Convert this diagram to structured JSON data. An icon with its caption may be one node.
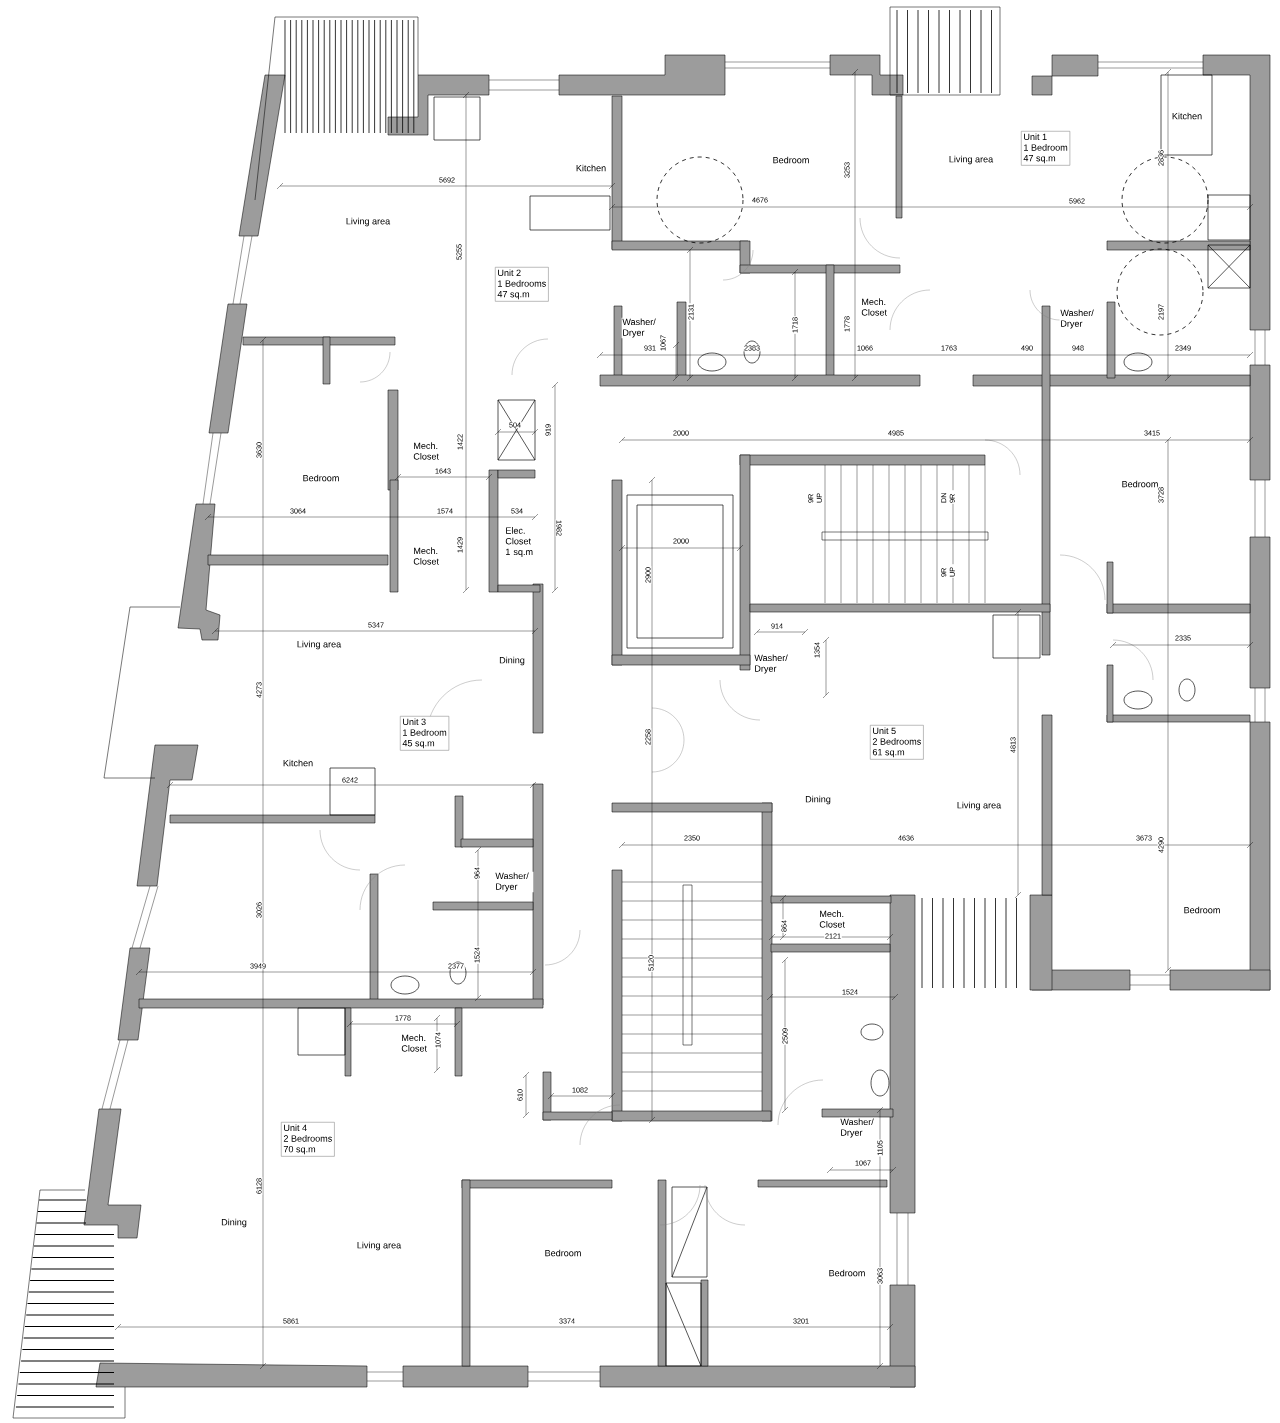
{
  "diagram": {
    "nodes": [
      {
        "text": [
          "Unit 1",
          "1 Bedroom",
          "47 sq.m"
        ]
      },
      {
        "text": [
          "Unit 2",
          "1 Bedrooms",
          "47 sq.m"
        ]
      },
      {
        "text": [
          "Unit 3",
          "1 Bedroom",
          "45 sq.m"
        ]
      },
      {
        "text": [
          "Unit 5",
          "2 Bedrooms",
          "61 sq.m"
        ]
      },
      {
        "text": [
          "Unit 4",
          "2 Bedrooms",
          "70 sq.m"
        ]
      }
    ],
    "labels": [
      "Kitchen",
      "Bedroom",
      "Living area",
      "Kitchen",
      "5692",
      "3253",
      "2836",
      "4676",
      "5962",
      "Living area",
      "5255",
      "Washer/ Dryer",
      "2131",
      "1718",
      "Mech. Closet",
      "1778",
      "Washer/ Dryer",
      "2197",
      "931",
      "1067",
      "2383",
      "1066",
      "1763",
      "490",
      "948",
      "2349",
      "2000",
      "4985",
      "3415",
      "504",
      "3630",
      "Mech. Closet",
      "1422",
      "919",
      "1643",
      "Bedroom",
      "Bedroom",
      "3728",
      "9R UP",
      "DN 9R",
      "3064",
      "1574",
      "534",
      "1982",
      "Elec. Closet 1 sq.m",
      "1429",
      "Mech. Closet",
      "2000",
      "9R UP",
      "2900",
      "5347",
      "914",
      "2335",
      "Living area",
      "1354",
      "Dining",
      "Washer/ Dryer",
      "4273",
      "2258",
      "4813",
      "Kitchen",
      "6242",
      "Dining",
      "Living area",
      "2350",
      "4636",
      "3673",
      "4290",
      "964",
      "Washer/ Dryer",
      "3026",
      "Bedroom",
      "Mech. Closet",
      "864",
      "2121",
      "1524",
      "5120",
      "3949",
      "2377",
      "1524",
      "1778",
      "Mech. Closet",
      "1074",
      "2509",
      "1082",
      "610",
      "Washer/ Dryer",
      "1105",
      "1067",
      "6128",
      "Dining",
      "Living area",
      "Bedroom",
      "Bedroom",
      "3063",
      "5861",
      "3374",
      "3201"
    ]
  }
}
